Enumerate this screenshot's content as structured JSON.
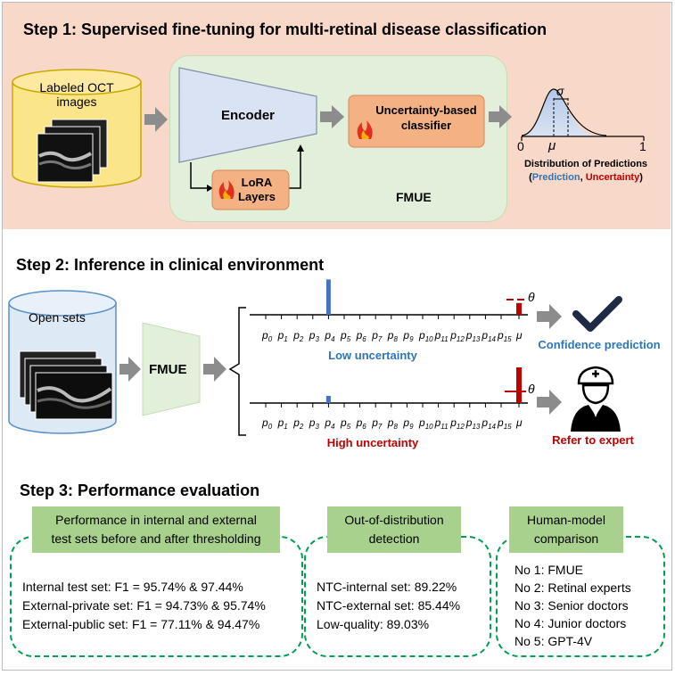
{
  "colors": {
    "step1_bg": "#f8d8c8",
    "step2_bg": "#ececec",
    "step3_bg": "#e3edd8",
    "fmue_panel": "#e2efda",
    "oct_cylinder": "#fbe589",
    "open_cylinder": "#ddeaf6",
    "encoder": "#dae3f3",
    "orange_box": "#f4b183",
    "green_label": "#a9d18e",
    "blue": "#2e75b6",
    "red": "#c00000",
    "arrow": "#7f7f7f",
    "dash_green": "#00a050"
  },
  "step1": {
    "title": "Step 1: Supervised fine-tuning for multi-retinal disease classification",
    "oct_label_line1": "Labeled OCT",
    "oct_label_line2": "images",
    "encoder": "Encoder",
    "lora_line1": "LoRA",
    "lora_line2": "Layers",
    "classifier_line1": "Uncertainty-based",
    "classifier_line2": "classifier",
    "fmue": "FMUE",
    "plot": {
      "sigma": "σ",
      "mu": "μ",
      "x_min": "0",
      "x_max": "1",
      "caption": "Distribution of Predictions",
      "prediction": "Prediction",
      "uncertainty": "Uncertainty",
      "open_paren": "(",
      "comma": ",",
      "close_paren": ")"
    }
  },
  "step2": {
    "title": "Step 2: Inference in clinical environment",
    "open_sets": "Open sets",
    "fmue": "FMUE",
    "theta": "θ",
    "mu_tick": "μ",
    "p_label": "p",
    "p_subscripts": [
      "0",
      "1",
      "2",
      "3",
      "4",
      "5",
      "6",
      "7",
      "8",
      "9",
      "10",
      "11",
      "12",
      "13",
      "14",
      "15"
    ],
    "low": {
      "label": "Low uncertainty",
      "bar_index": 4,
      "bar_level": 0.9,
      "mu_level": 0.3,
      "outcome": "Confidence prediction"
    },
    "high": {
      "label": "High uncertainty",
      "bar_index": 4,
      "bar_level": 0.2,
      "mu_level": 1.0,
      "outcome": "Refer to expert"
    }
  },
  "step3": {
    "title": "Step 3: Performance evaluation",
    "box1": {
      "header_line1": "Performance in internal and external",
      "header_line2": "test sets before and after thresholding",
      "lines": [
        "Internal test set: F1 = 95.74% & 97.44%",
        "External-private set: F1 = 94.73% & 95.74%",
        "External-public set: F1 = 77.11% & 94.47%"
      ]
    },
    "box2": {
      "header_line1": "Out-of-distribution",
      "header_line2": "detection",
      "lines": [
        "NTC-internal set: 89.22%",
        "NTC-external set: 85.44%",
        "Low-quality: 89.03%"
      ]
    },
    "box3": {
      "header_line1": "Human-model",
      "header_line2": "comparison",
      "lines": [
        "No 1: FMUE",
        "No 2: Retinal experts",
        "No 3: Senior doctors",
        "No 4: Junior doctors",
        "No 5: GPT-4V"
      ]
    }
  }
}
